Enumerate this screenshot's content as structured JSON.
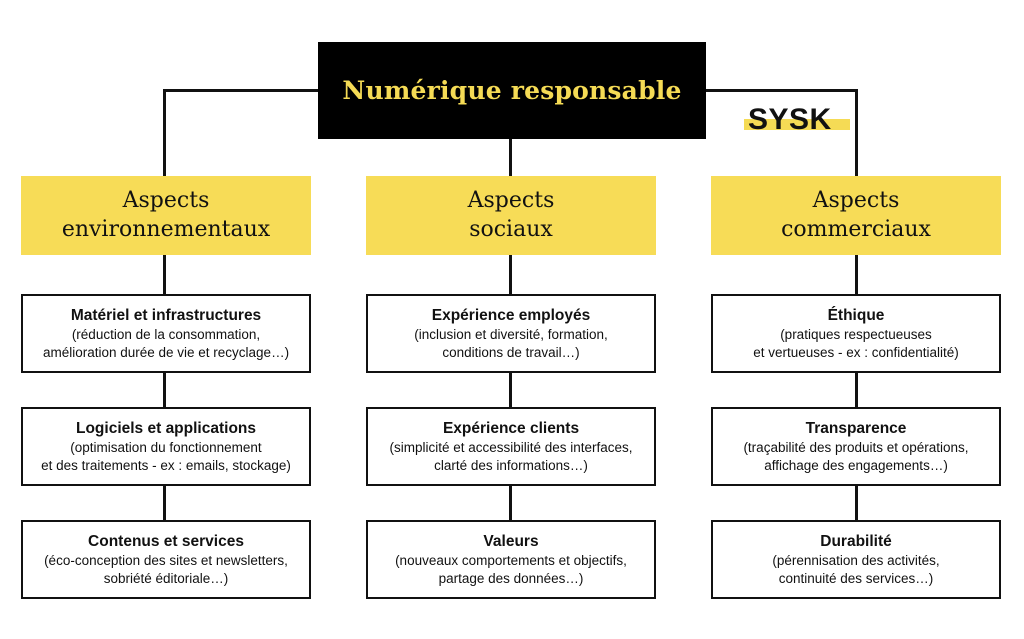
{
  "diagram": {
    "root": {
      "label": "Numérique responsable",
      "bg_color": "#000000",
      "text_color": "#F5DB55"
    },
    "logo": {
      "text": "SYSK",
      "highlight_color": "#F5DB55"
    },
    "accent_color": "#F7DC57",
    "line_color": "#111111",
    "columns": [
      {
        "category": {
          "line1": "Aspects",
          "line2": "environnementaux"
        },
        "items": [
          {
            "title": "Matériel et infrastructures",
            "desc": "(réduction de la consommation,\namélioration durée de vie et recyclage…)"
          },
          {
            "title": "Logiciels et applications",
            "desc": "(optimisation du fonctionnement\net des traitements - ex : emails, stockage)"
          },
          {
            "title": "Contenus et services",
            "desc": "(éco-conception des sites et newsletters,\nsobriété éditoriale…)"
          }
        ]
      },
      {
        "category": {
          "line1": "Aspects",
          "line2": "sociaux"
        },
        "items": [
          {
            "title": "Expérience employés",
            "desc": "(inclusion et diversité, formation,\nconditions de travail…)"
          },
          {
            "title": "Expérience clients",
            "desc": "(simplicité et accessibilité des interfaces,\nclarté des informations…)"
          },
          {
            "title": "Valeurs",
            "desc": "(nouveaux comportements et objectifs,\npartage des données…)"
          }
        ]
      },
      {
        "category": {
          "line1": "Aspects",
          "line2": "commerciaux"
        },
        "items": [
          {
            "title": "Éthique",
            "desc": "(pratiques respectueuses\net vertueuses - ex : confidentialité)"
          },
          {
            "title": "Transparence",
            "desc": "(traçabilité des produits et opérations,\naffichage des engagements…)"
          },
          {
            "title": "Durabilité",
            "desc": "(pérennisation des activités,\ncontinuité des services…)"
          }
        ]
      }
    ]
  }
}
